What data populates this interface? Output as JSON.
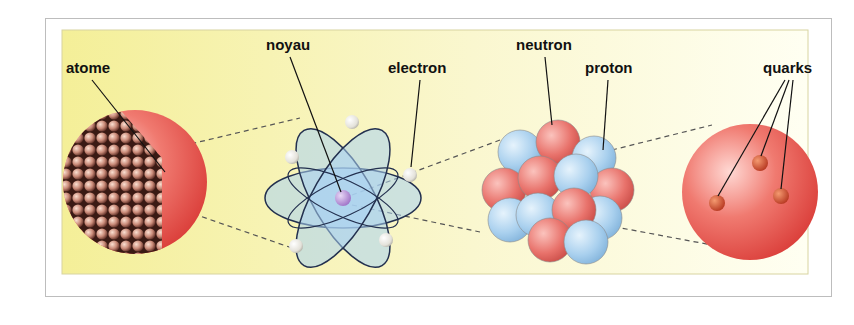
{
  "diagram": {
    "labels": [
      "atome",
      "noyau",
      "electron",
      "neutron",
      "proton",
      "quarks"
    ]
  }
}
